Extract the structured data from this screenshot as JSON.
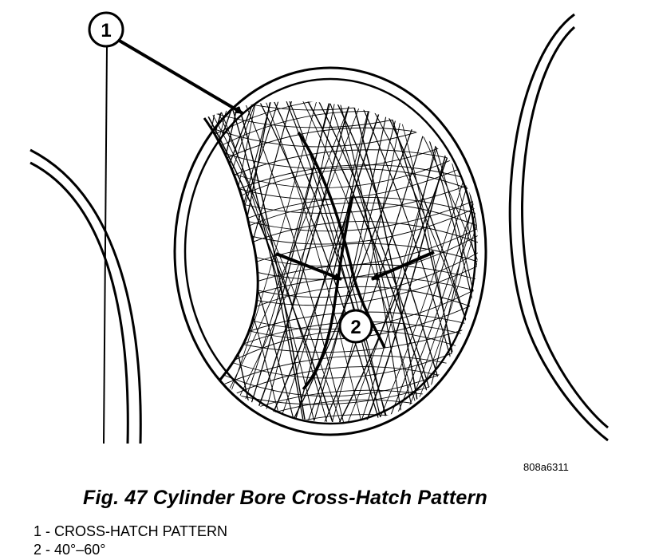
{
  "figure_id": "808a6311",
  "caption": "Fig. 47 Cylinder Bore Cross-Hatch Pattern",
  "callouts": [
    {
      "number": "1",
      "label": "CROSS-HATCH PATTERN"
    },
    {
      "number": "2",
      "label": "40°–60°"
    }
  ],
  "legend_separator": " - ",
  "colors": {
    "line": "#000000",
    "background": "#ffffff"
  }
}
